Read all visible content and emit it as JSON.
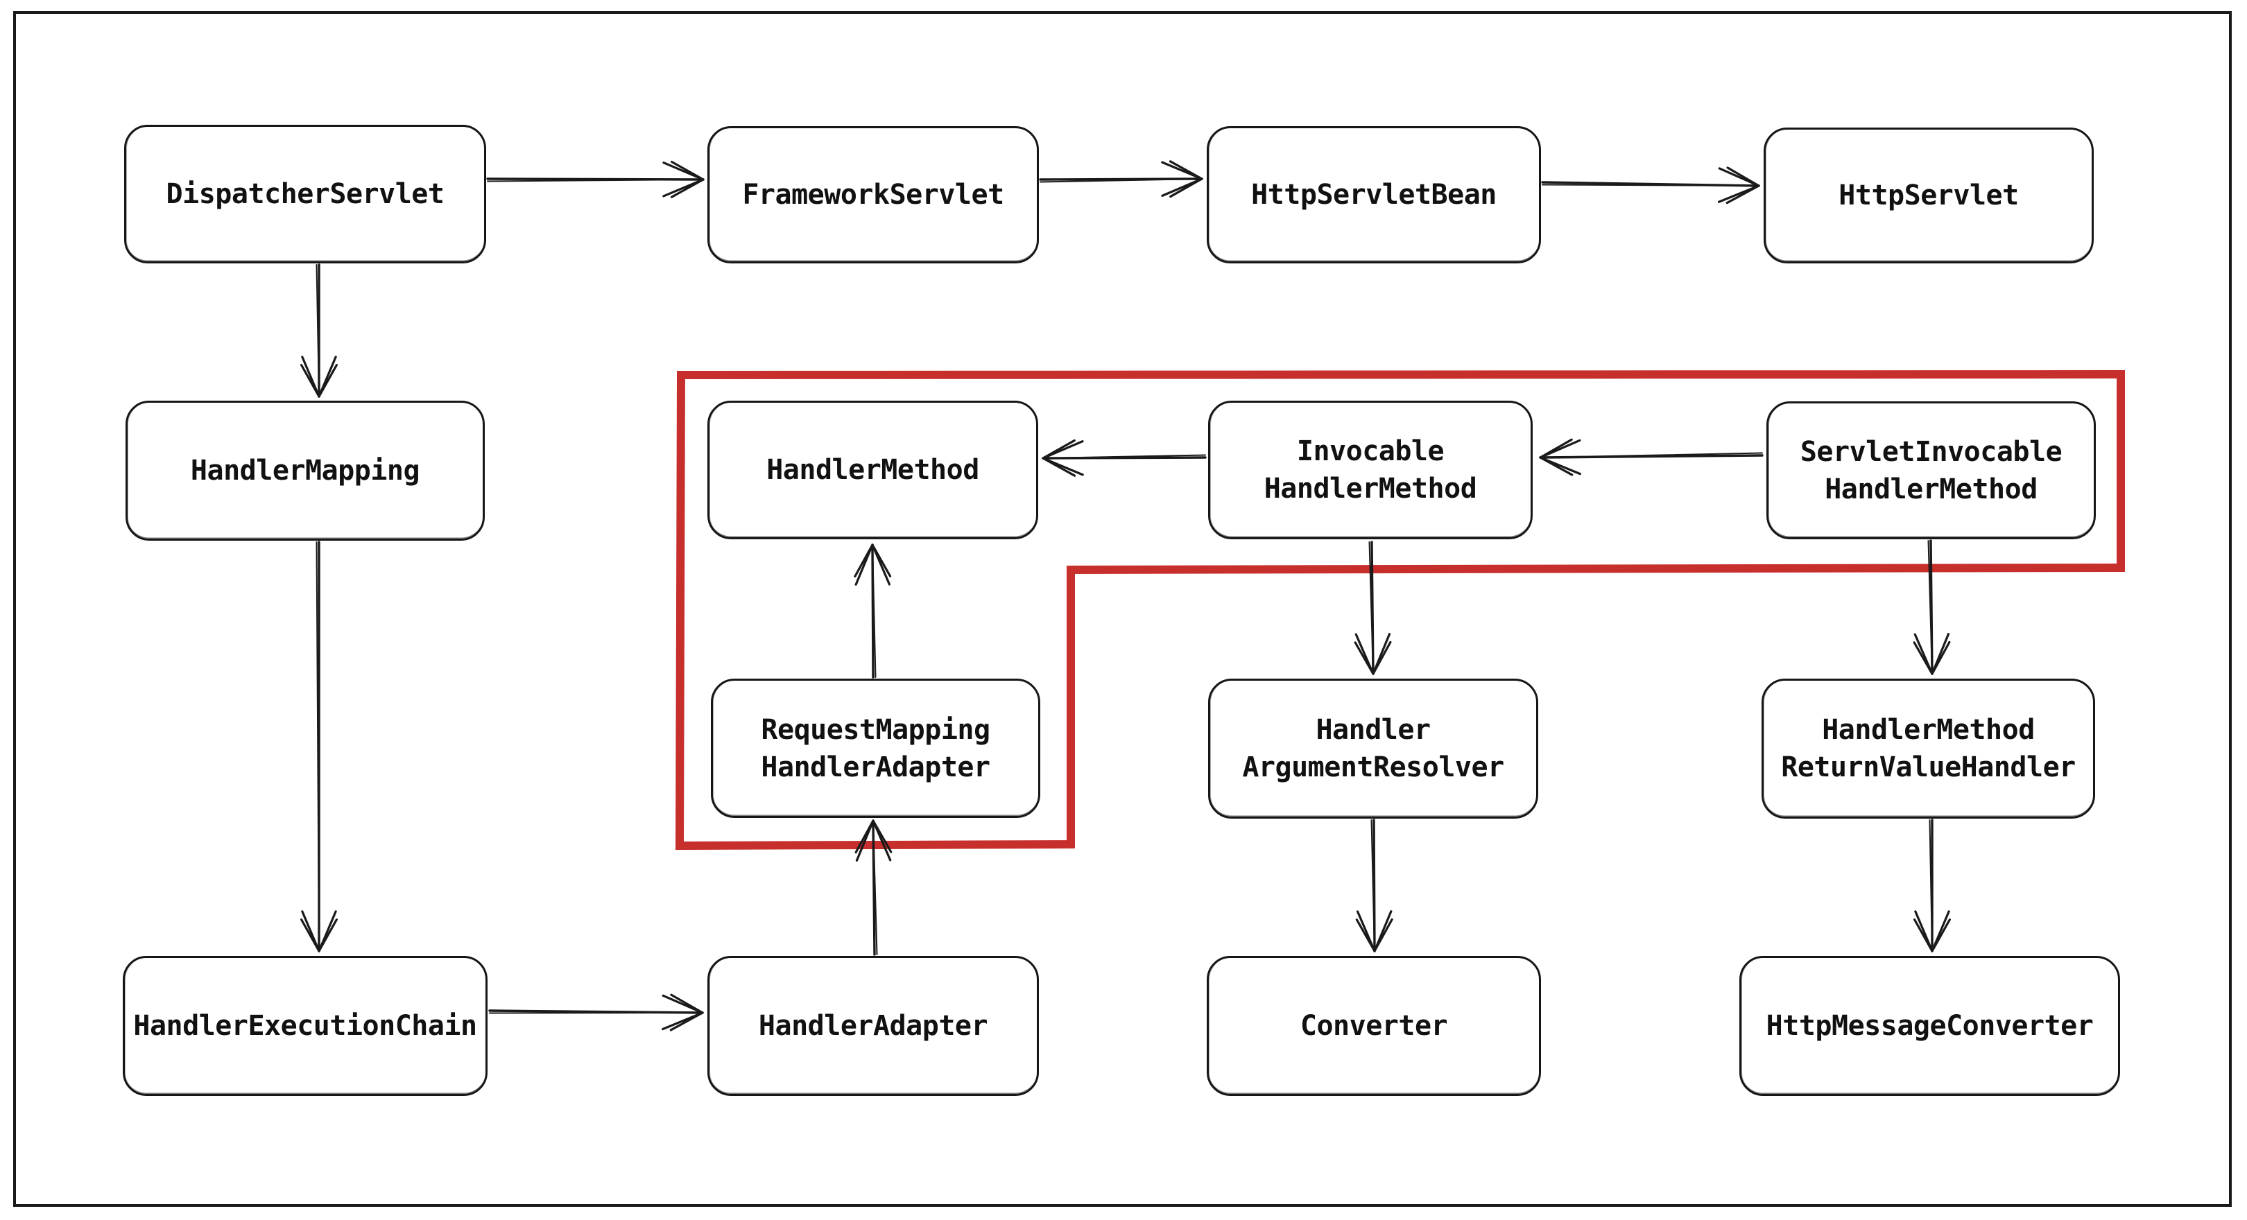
{
  "colors": {
    "stroke": "#1a1a1a",
    "text": "#111111",
    "background": "#ffffff",
    "highlight": "#c72f2d"
  },
  "nodes": [
    {
      "id": "dispatcher-servlet",
      "label": "DispatcherServlet"
    },
    {
      "id": "framework-servlet",
      "label": "FrameworkServlet"
    },
    {
      "id": "http-servlet-bean",
      "label": "HttpServletBean"
    },
    {
      "id": "http-servlet",
      "label": "HttpServlet"
    },
    {
      "id": "handler-mapping",
      "label": "HandlerMapping"
    },
    {
      "id": "handler-method",
      "label": "HandlerMethod"
    },
    {
      "id": "invocable-handler-method",
      "label": "Invocable\nHandlerMethod"
    },
    {
      "id": "servlet-invocable-handler-method",
      "label": "ServletInvocable\nHandlerMethod"
    },
    {
      "id": "request-mapping-handler-adapter",
      "label": "RequestMapping\nHandlerAdapter"
    },
    {
      "id": "handler-argument-resolver",
      "label": "Handler\nArgumentResolver"
    },
    {
      "id": "handler-method-return-value-handler",
      "label": "HandlerMethod\nReturnValueHandler"
    },
    {
      "id": "handler-execution-chain",
      "label": "HandlerExecutionChain"
    },
    {
      "id": "handler-adapter",
      "label": "HandlerAdapter"
    },
    {
      "id": "converter",
      "label": "Converter"
    },
    {
      "id": "http-message-converter",
      "label": "HttpMessageConverter"
    }
  ],
  "edges": [
    {
      "from": "dispatcher-servlet",
      "to": "framework-servlet"
    },
    {
      "from": "framework-servlet",
      "to": "http-servlet-bean"
    },
    {
      "from": "http-servlet-bean",
      "to": "http-servlet"
    },
    {
      "from": "dispatcher-servlet",
      "to": "handler-mapping"
    },
    {
      "from": "handler-mapping",
      "to": "handler-execution-chain"
    },
    {
      "from": "handler-execution-chain",
      "to": "handler-adapter"
    },
    {
      "from": "handler-adapter",
      "to": "request-mapping-handler-adapter"
    },
    {
      "from": "request-mapping-handler-adapter",
      "to": "handler-method"
    },
    {
      "from": "invocable-handler-method",
      "to": "handler-method"
    },
    {
      "from": "servlet-invocable-handler-method",
      "to": "invocable-handler-method"
    },
    {
      "from": "invocable-handler-method",
      "to": "handler-argument-resolver"
    },
    {
      "from": "servlet-invocable-handler-method",
      "to": "handler-method-return-value-handler"
    },
    {
      "from": "handler-argument-resolver",
      "to": "converter"
    },
    {
      "from": "handler-method-return-value-handler",
      "to": "http-message-converter"
    }
  ],
  "highlight": {
    "description": "thick red outline enclosing boxes",
    "enclosed_node_ids": [
      "handler-method",
      "invocable-handler-method",
      "servlet-invocable-handler-method",
      "request-mapping-handler-adapter"
    ]
  }
}
